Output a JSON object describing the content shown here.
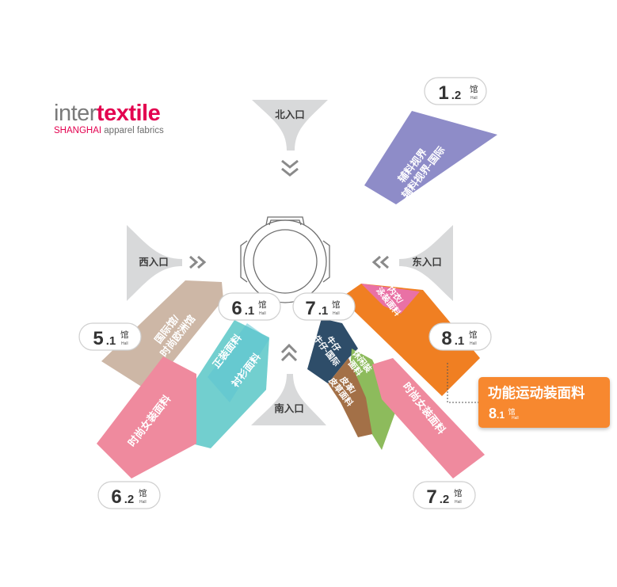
{
  "logo": {
    "line1_a": "inter",
    "line1_b": "textile",
    "line2_a": "SHANGHAI",
    "line2_b": "apparel fabrics"
  },
  "entrances": {
    "north": "北入口",
    "south": "南入口",
    "west": "西入口",
    "east": "东入口"
  },
  "hall_label": {
    "guan": "馆",
    "hall": "Hall"
  },
  "halls": {
    "h1_2": {
      "major": "1",
      "minor": ".2"
    },
    "h5_1": {
      "major": "5",
      "minor": ".1"
    },
    "h6_1": {
      "major": "6",
      "minor": ".1"
    },
    "h7_1": {
      "major": "7",
      "minor": ".1"
    },
    "h8_1": {
      "major": "8",
      "minor": ".1"
    },
    "h6_2": {
      "major": "6",
      "minor": ".2"
    },
    "h7_2": {
      "major": "7",
      "minor": ".2"
    }
  },
  "zones": {
    "h1_2_line1": "辅料视界",
    "h1_2_line2": "辅料视界-国际",
    "h5_1_line1": "国际馆/",
    "h5_1_line2": "时尚欧洲馆",
    "h6_1_suit": "正装面料",
    "h6_1_shirt": "衬衫面料",
    "h6_2_women": "时尚女装面料",
    "h8_1_line1": "内衣/",
    "h8_1_line2": "泳装面料",
    "h7_1_denim_line1": "牛仔",
    "h7_1_denim_line2": "牛仔-国际",
    "h7_1_casual_line1": "休闲装",
    "h7_1_casual_line2": "面料",
    "h7_1_leather_line1": "皮革/",
    "h7_1_leather_line2": "皮草面料",
    "h7_2_women": "时尚女装面料"
  },
  "callout": {
    "title": "功能运动装面料",
    "major": "8",
    "minor": ".1"
  },
  "colors": {
    "brand_red": "#e3004f",
    "lavender": "#8e8cc8",
    "beige": "#cdb7a6",
    "pink": "#ef8a9e",
    "teal": "#72cfcf",
    "teal_dark": "#5cc4d2",
    "orange": "#f07f22",
    "orange_light": "#f7882f",
    "navy": "#2e4d69",
    "green": "#8dbb5c",
    "brown": "#a37047",
    "magenta": "#e971a5",
    "gray_entrance": "#d8d9da"
  }
}
